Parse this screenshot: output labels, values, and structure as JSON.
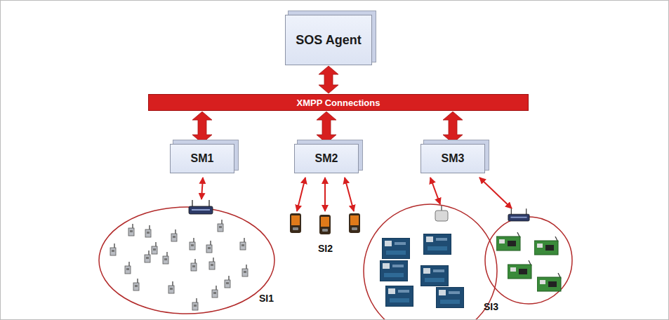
{
  "diagram": {
    "nodes": [
      {
        "text": [
          "SOS Agent"
        ]
      },
      {
        "text": [
          "XMPP Connections"
        ]
      },
      {
        "text": [
          "SM1"
        ]
      },
      {
        "text": [
          "SM2"
        ]
      },
      {
        "text": [
          "SM3"
        ]
      }
    ],
    "edges": [
      {
        "from": 0,
        "to": 1,
        "arrow": "both"
      },
      {
        "from": 1,
        "to": 2,
        "arrow": "both"
      },
      {
        "from": 1,
        "to": 3,
        "arrow": "both"
      },
      {
        "from": 1,
        "to": 4,
        "arrow": "both"
      }
    ],
    "labels": [
      "SI1",
      "SI2",
      "SI3"
    ]
  }
}
